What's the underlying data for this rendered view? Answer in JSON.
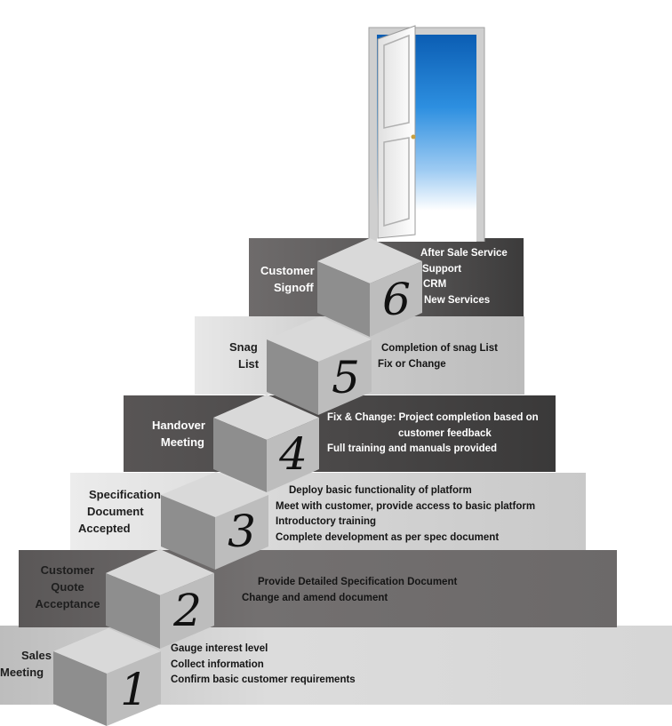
{
  "steps": [
    {
      "number": "1",
      "label_lines": [
        "Sales",
        "Meeting"
      ],
      "bullets": [
        "Gauge interest level",
        "Collect information",
        "Confirm basic customer requirements"
      ]
    },
    {
      "number": "2",
      "label_lines": [
        "Customer",
        "Quote",
        "Acceptance"
      ],
      "bullets": [
        "Provide Detailed Specification Document",
        "Change and amend document"
      ]
    },
    {
      "number": "3",
      "label_lines": [
        "Specification",
        "Document",
        "Accepted"
      ],
      "bullets": [
        "Deploy basic functionality of platform",
        "Meet with customer, provide access to basic platform",
        "Introductory training",
        "Complete development as per spec document"
      ]
    },
    {
      "number": "4",
      "label_lines": [
        "Handover",
        "Meeting"
      ],
      "bullets": [
        "Fix & Change: Project completion based on",
        "customer feedback",
        "Full training and manuals provided"
      ]
    },
    {
      "number": "5",
      "label_lines": [
        "Snag",
        "List"
      ],
      "bullets": [
        "Completion of snag List",
        "Fix or Change"
      ]
    },
    {
      "number": "6",
      "label_lines": [
        "Customer",
        "Signoff"
      ],
      "bullets": [
        "After Sale Service",
        "Support",
        "CRM",
        "New Services"
      ]
    }
  ],
  "colors": {
    "band_light": "#d2d2d2",
    "band_dark": "#6f6c6c",
    "cube_top": "#d9d9d9",
    "cube_front": "#9a9a9a",
    "cube_side": "#c2c2c2",
    "sky_top": "#0b5db3",
    "door_frame": "#d6d6d6"
  },
  "icons": [
    "open-door-icon"
  ]
}
